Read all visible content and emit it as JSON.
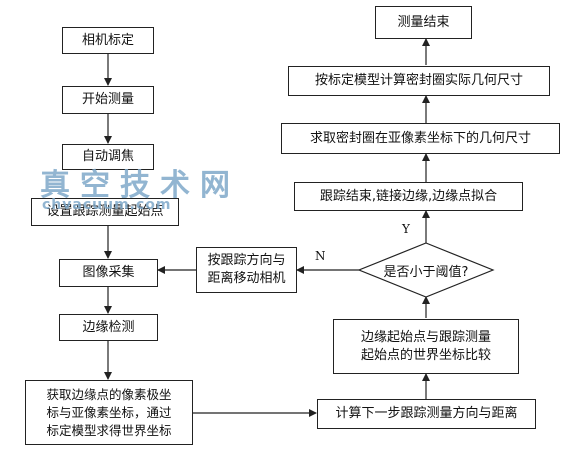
{
  "nodes": {
    "calibrate": "相机标定",
    "start": "开始测量",
    "autofocus": "自动调焦",
    "set_start": "设置跟踪测量起始点",
    "capture": "图像采集",
    "edge_detect": "边缘检测",
    "get_coords": "获取边缘点的像素极坐\n标与亚像素坐标，通过\n标定模型求得世界坐标",
    "calc_next": "计算下一步跟踪测量方向与距离",
    "compare": "边缘起始点与跟踪测量\n起始点的世界坐标比较",
    "decision": "是否小于阈值?",
    "move_camera": "按跟踪方向与\n距离移动相机",
    "link_edges": "跟踪结束,链接边缘,边缘点拟合",
    "subpixel_size": "求取密封圈在亚像素坐标下的几何尺寸",
    "actual_size": "按标定模型计算密封圈实际几何尺寸",
    "end": "测量结束"
  },
  "edge_labels": {
    "no": "N",
    "yes": "Y"
  },
  "watermark": {
    "cn": "真空技术网",
    "url": "chvacuum.com"
  }
}
